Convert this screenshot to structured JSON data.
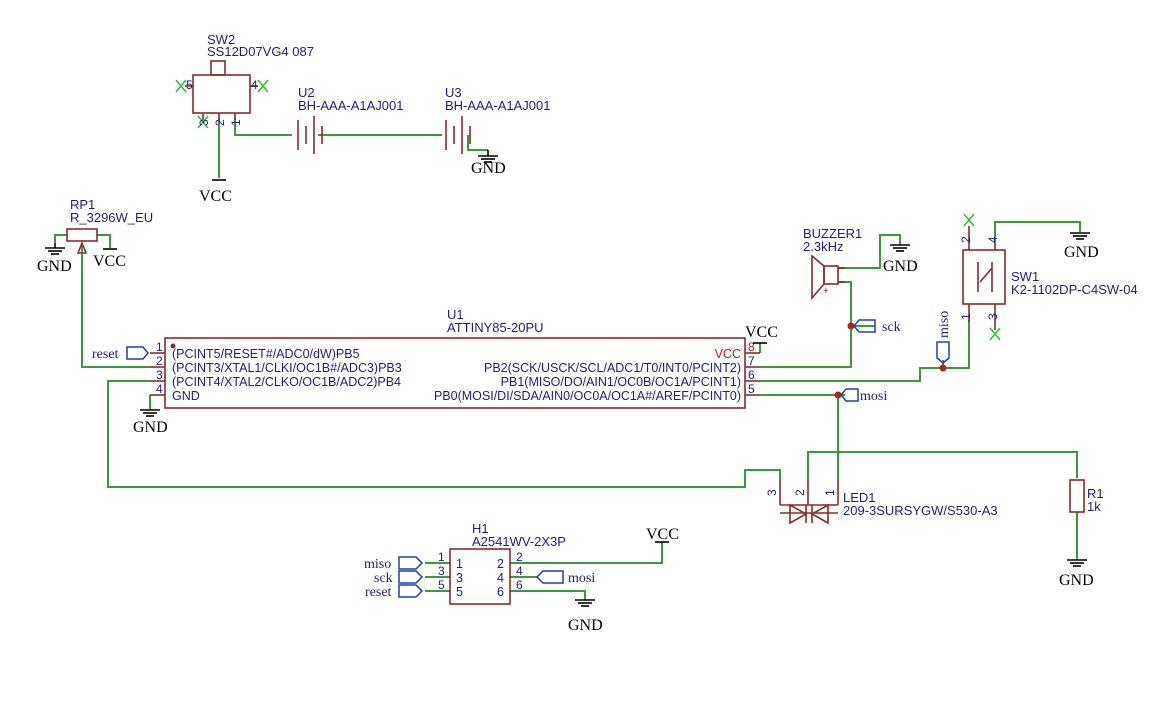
{
  "colors": {
    "wire": "#3b9a3b",
    "component": "#8b2a2a",
    "pin_text": "#1e1e80",
    "power_text": "#000000",
    "vcc_pin": "#c21b1b",
    "junction": "#b81c1c",
    "no_connect": "#2cbf2c"
  },
  "power": {
    "vcc": "VCC",
    "gnd": "GND"
  },
  "sw2": {
    "ref": "SW2",
    "value": "SS12D07VG4 087",
    "pins": [
      "5",
      "4",
      "3",
      "2",
      "1"
    ]
  },
  "u2": {
    "ref": "U2",
    "value": "BH-AAA-A1AJ001"
  },
  "u3": {
    "ref": "U3",
    "value": "BH-AAA-A1AJ001"
  },
  "rp1": {
    "ref": "RP1",
    "value": "R_3296W_EU"
  },
  "buzzer1": {
    "ref": "BUZZER1",
    "value": "2.3kHz",
    "plus": "+"
  },
  "sw1": {
    "ref": "SW1",
    "value": "K2-1102DP-C4SW-04",
    "pins": [
      "2",
      "4",
      "1",
      "3"
    ]
  },
  "u1": {
    "ref": "U1",
    "value": "ATTINY85-20PU",
    "left_pins": [
      {
        "num": "1",
        "name": "(PCINT5/RESET#/ADC0/dW)PB5"
      },
      {
        "num": "2",
        "name": "(PCINT3/XTAL1/CLKI/OC1B#/ADC3)PB3"
      },
      {
        "num": "3",
        "name": "(PCINT4/XTAL2/CLKO/OC1B/ADC2)PB4"
      },
      {
        "num": "4",
        "name": "GND"
      }
    ],
    "right_pins": [
      {
        "num": "8",
        "name": "VCC"
      },
      {
        "num": "7",
        "name": "PB2(SCK/USCK/SCL/ADC1/T0/INT0/PCINT2)"
      },
      {
        "num": "6",
        "name": "PB1(MISO/DO/AIN1/OC0B/OC1A/PCINT1)"
      },
      {
        "num": "5",
        "name": "PB0(MOSI/DI/SDA/AIN0/OC0A/OC1A#/AREF/PCINT0)"
      }
    ]
  },
  "led1": {
    "ref": "LED1",
    "value": "209-3SURSYGW/S530-A3",
    "pins": [
      "3",
      "2",
      "1"
    ]
  },
  "r1": {
    "ref": "R1",
    "value": "1k"
  },
  "h1": {
    "ref": "H1",
    "value": "A2541WV-2X3P",
    "left_outer": [
      "1",
      "3",
      "5"
    ],
    "left_inner": [
      "1",
      "3",
      "5"
    ],
    "right_inner": [
      "2",
      "4",
      "6"
    ],
    "right_outer": [
      "2",
      "4",
      "6"
    ]
  },
  "nets": {
    "reset": "reset",
    "sck": "sck",
    "miso": "miso",
    "mosi": "mosi"
  }
}
